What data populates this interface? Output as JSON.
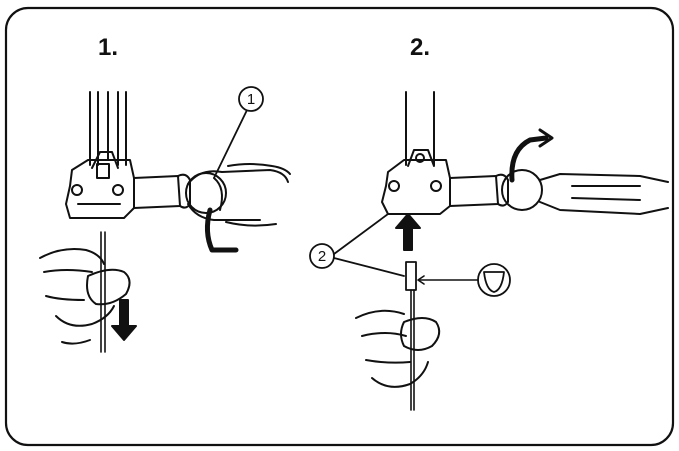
{
  "steps": [
    {
      "label": "1."
    },
    {
      "label": "2."
    }
  ],
  "callouts": [
    {
      "number": "1"
    },
    {
      "number": "2"
    }
  ],
  "icons": {
    "step1_arrow": "arrow-down-icon",
    "step2_arrow": "arrow-up-icon",
    "flat_side_symbol": "needle-flat-side-icon",
    "step1_rotation": "rotate-counterclockwise-icon",
    "step2_rotation": "rotate-clockwise-icon"
  },
  "colors": {
    "line": "#111111",
    "background": "#ffffff",
    "skin_shading": "#555555"
  }
}
